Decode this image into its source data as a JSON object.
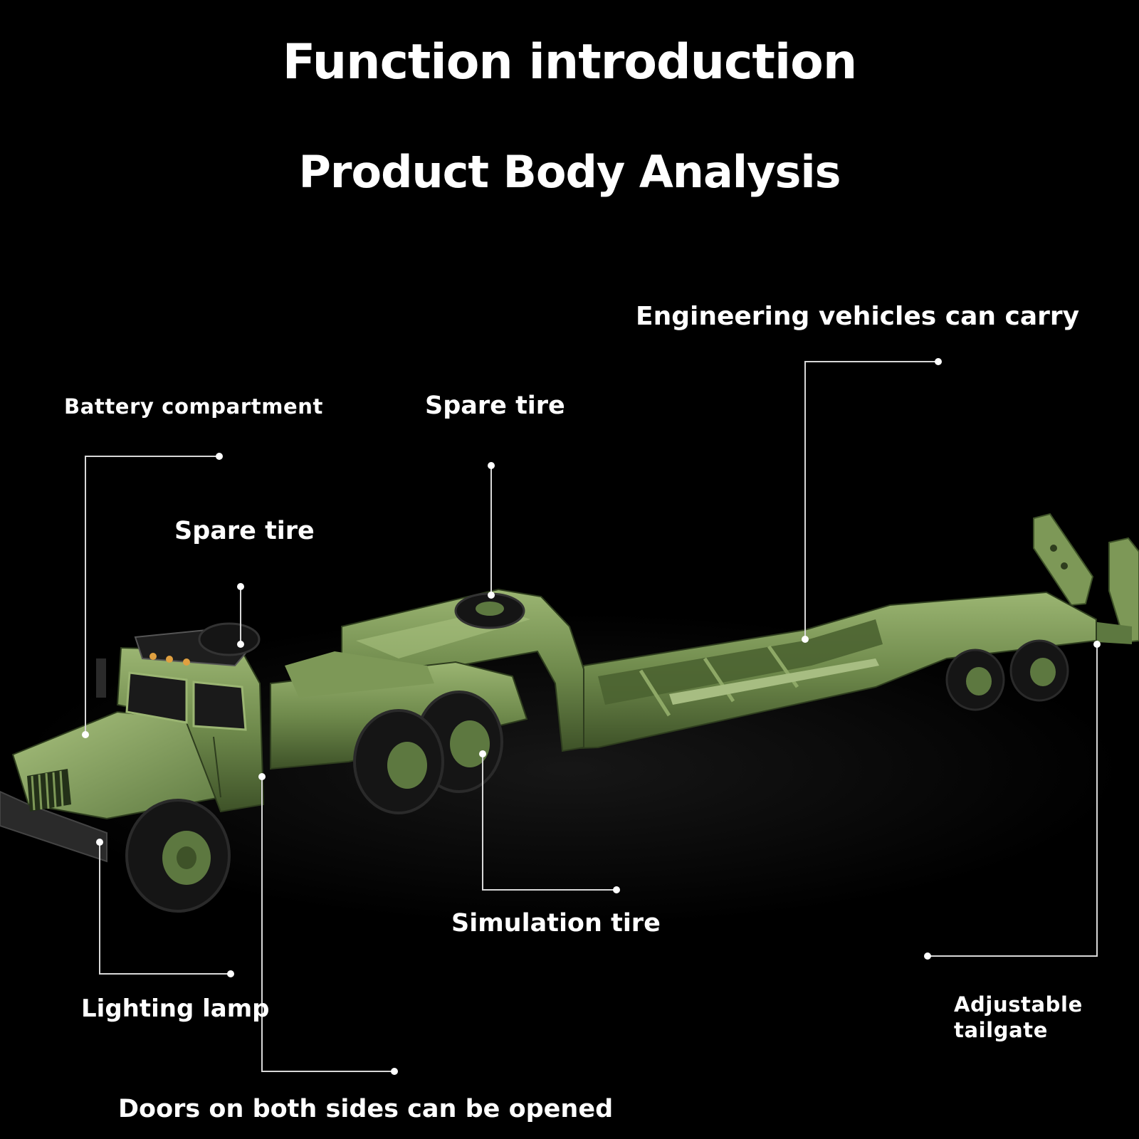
{
  "titles": {
    "main": "Function introduction",
    "sub": "Product Body Analysis"
  },
  "labels": {
    "battery_compartment": "Battery compartment",
    "spare_tire_trailer": "Spare tire",
    "engineering_vehicles": "Engineering vehicles can carry",
    "spare_tire_cab": "Spare tire",
    "simulation_tire": "Simulation tire",
    "lighting_lamp": "Lighting lamp",
    "doors": "Doors on both sides can be opened",
    "tailgate_line1": "Adjustable",
    "tailgate_line2": "tailgate"
  },
  "colors": {
    "background": "#000000",
    "text": "#ffffff",
    "leader_line": "#d8d8d8",
    "body_green": "#6f8a4c",
    "body_green_light": "#8ea866",
    "body_green_dark": "#3e5228",
    "tire": "#151515"
  }
}
